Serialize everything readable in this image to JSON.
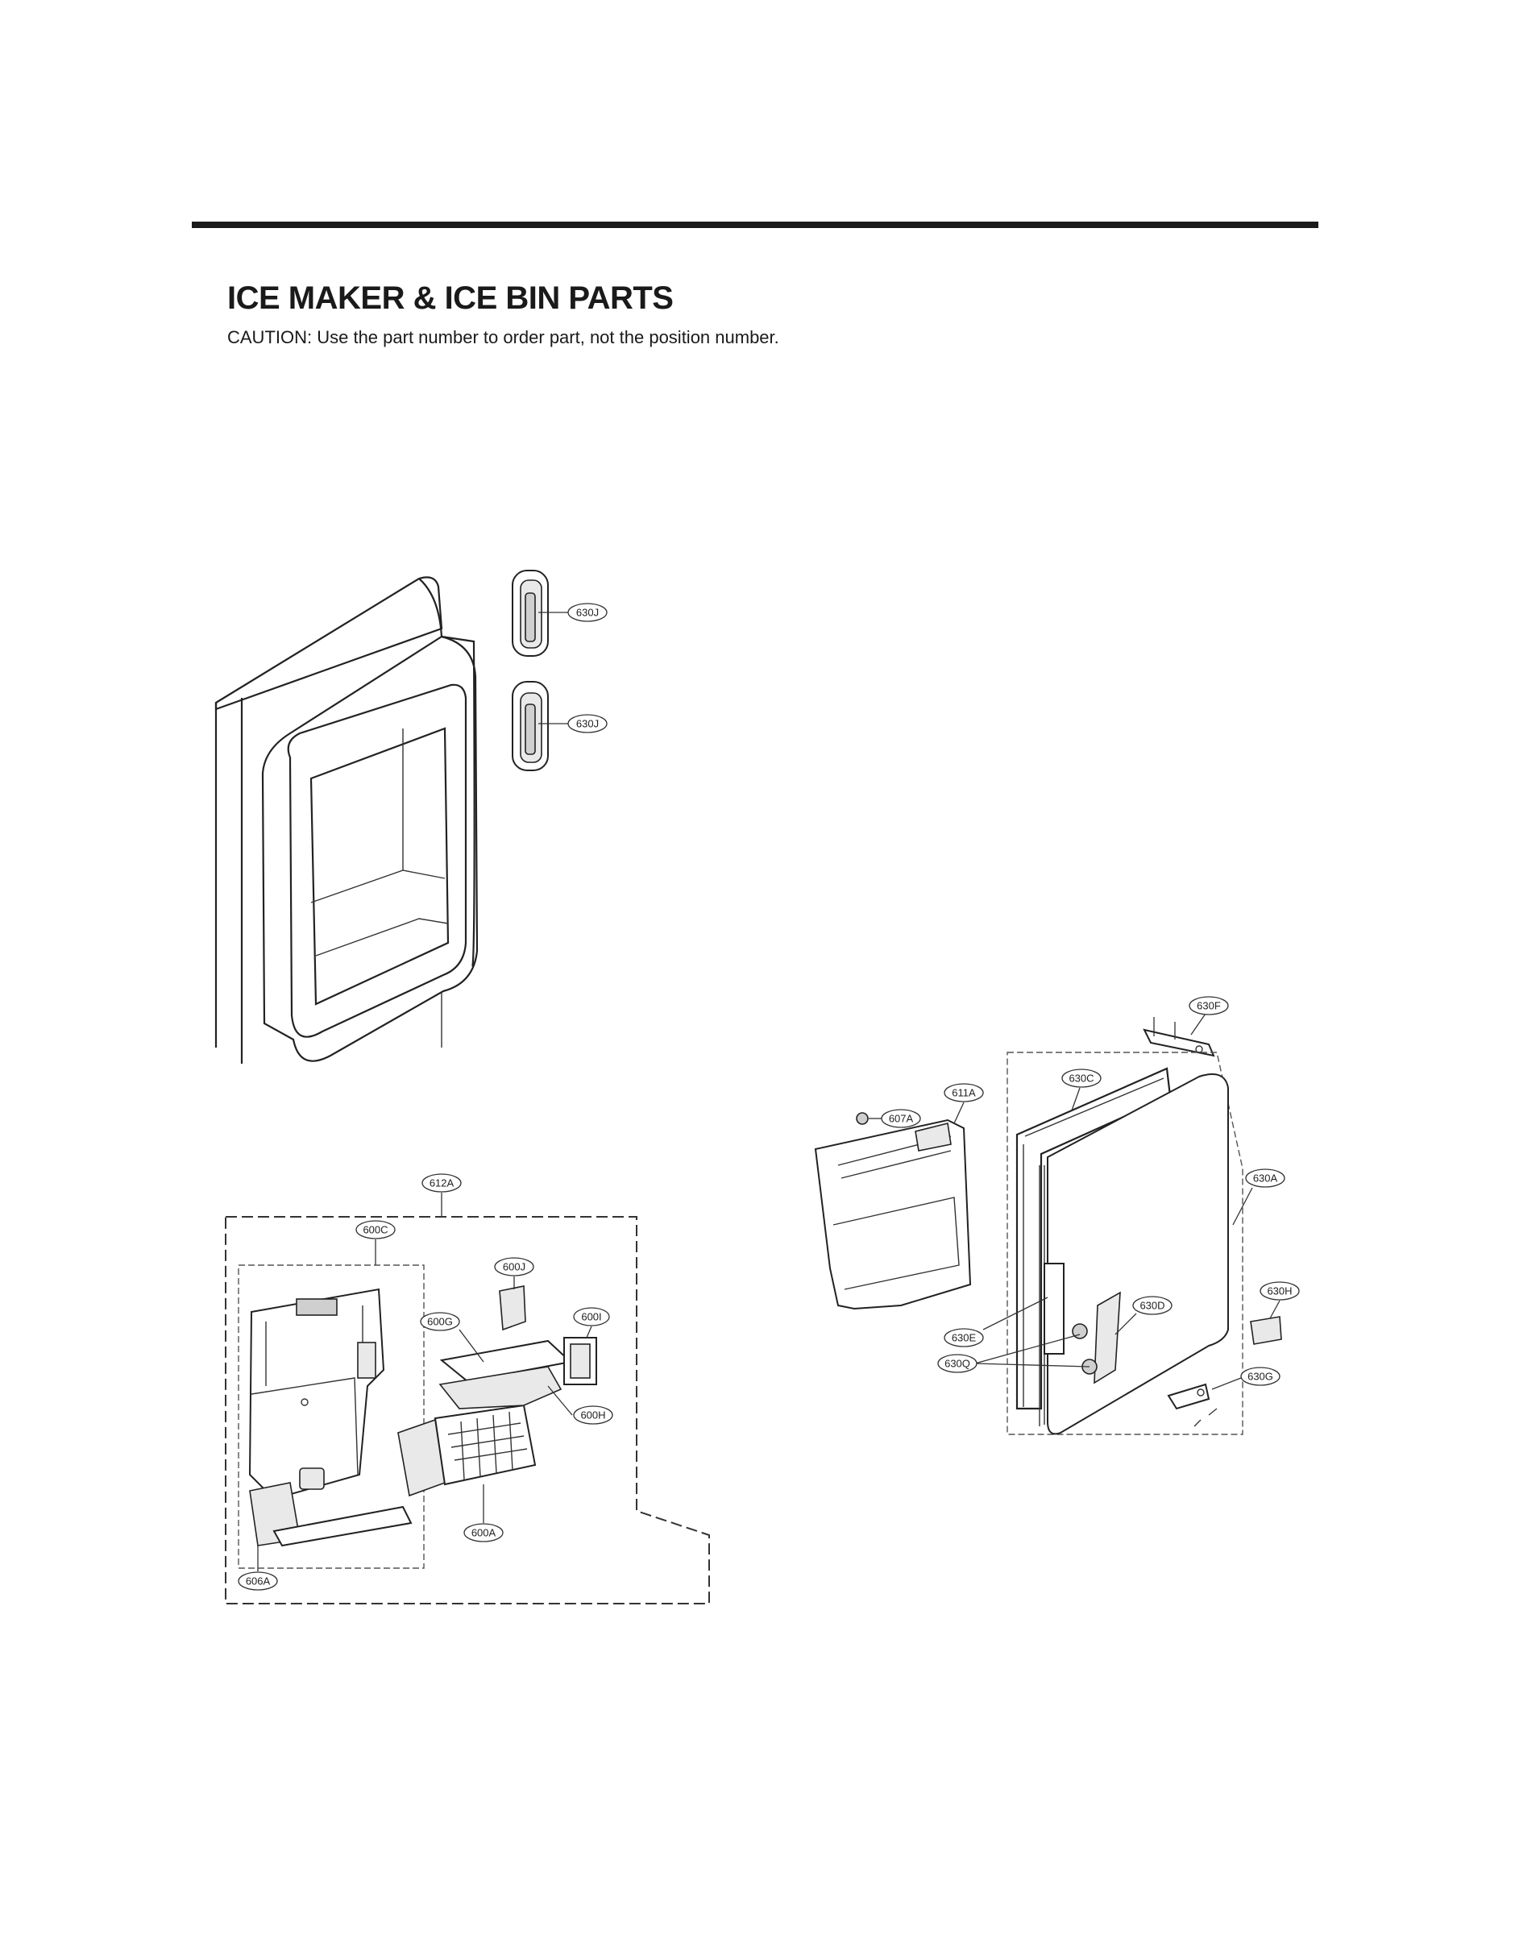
{
  "header": {
    "title": "ICE MAKER & ICE BIN PARTS",
    "caution": "CAUTION: Use the part number to order part, not the position number."
  },
  "callouts": {
    "c630J_1": "630J",
    "c630J_2": "630J",
    "c612A": "612A",
    "c600C": "600C",
    "c600J": "600J",
    "c600I": "600I",
    "c600G": "600G",
    "c600H": "600H",
    "c600A": "600A",
    "c606A": "606A",
    "c630F": "630F",
    "c611A": "611A",
    "c607A": "607A",
    "c630C": "630C",
    "c630A": "630A",
    "c630H": "630H",
    "c630E": "630E",
    "c630D": "630D",
    "c630Q": "630Q",
    "c630G": "630G"
  }
}
